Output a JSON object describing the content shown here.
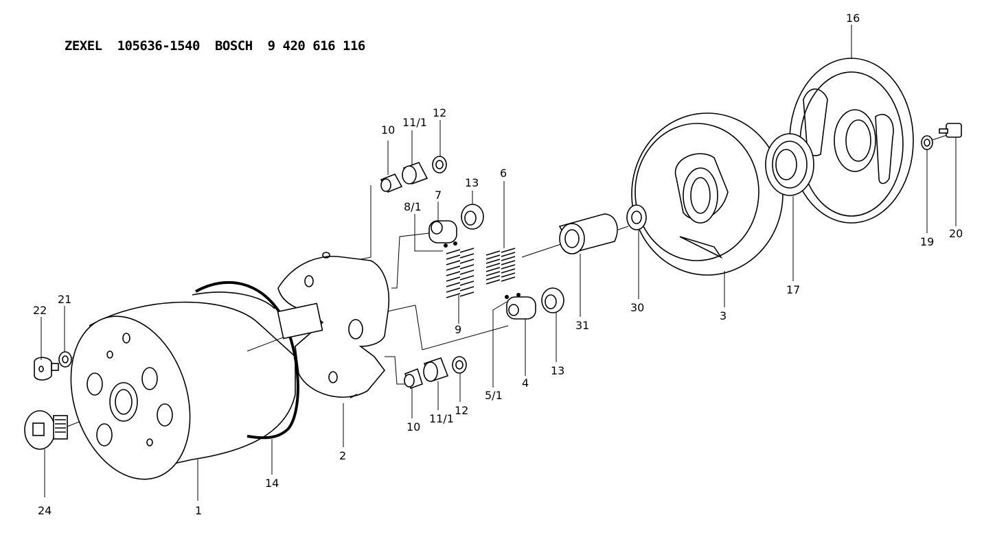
{
  "header": {
    "brand1": "ZEXEL",
    "part1": "105636-1540",
    "brand2": "BOSCH",
    "part2": "9 420 616 116"
  },
  "labels": {
    "l1": "1",
    "l2": "2",
    "l3": "3",
    "l4": "4",
    "l5": "5/1",
    "l6": "6",
    "l7": "7",
    "l8": "8/1",
    "l9": "9",
    "l10a": "10",
    "l10b": "10",
    "l11a": "11/1",
    "l11b": "11/1",
    "l12a": "12",
    "l12b": "12",
    "l13a": "13",
    "l13b": "13",
    "l14": "14",
    "l16": "16",
    "l17": "17",
    "l19": "19",
    "l20": "20",
    "l21": "21",
    "l22": "22",
    "l24": "24",
    "l30": "30",
    "l31": "31"
  }
}
